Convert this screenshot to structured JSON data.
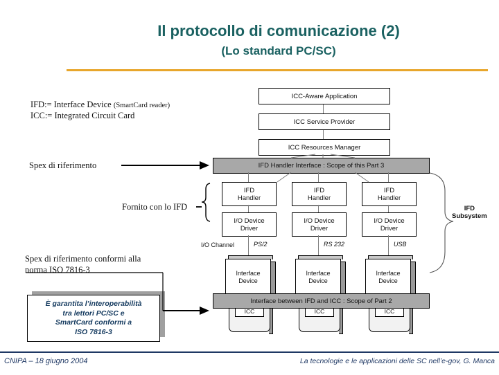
{
  "header": {
    "title": "Il protocollo di comunicazione (2)",
    "subtitle": "(Lo standard PC/SC)",
    "title_color": "#1a6161",
    "rule_color": "#e8a62b",
    "emblem_name": "italian-republic-emblem"
  },
  "annotations": {
    "legend_line1_main": "IFD:= Interface Device ",
    "legend_line1_paren": "(SmartCard reader)",
    "legend_line2": "ICC:= Integrated Circuit Card",
    "spex_reference": "Spex di riferimento",
    "fornito": "Fornito con lo IFD",
    "spex_iso_line1": "Spex di riferimento conformi alla",
    "spex_iso_line2": "norma ISO 7816-3"
  },
  "callout": {
    "line1": "È garantita l’interoperabilità",
    "line2": "tra lettori PC/SC e",
    "line3": "SmartCard conformi a",
    "line4": "ISO 7816-3",
    "text_color": "#13395e"
  },
  "diagram": {
    "stack": [
      "ICC-Aware Application",
      "ICC Service Provider",
      "ICC Resources Manager"
    ],
    "gray_bar_part3": "IFD Handler Interface : Scope of this Part 3",
    "gray_bar_part2": "Interface between IFD and ICC : Scope of Part 2",
    "handler_label_line1": "IFD",
    "handler_label_line2": "Handler",
    "driver_label_line1": "I/O Device",
    "driver_label_line2": "Driver",
    "io_channel_label": "I/O Channel",
    "channels": [
      "PS/2",
      "RS 232",
      "USB"
    ],
    "interface_device_line1": "Interface",
    "interface_device_line2": "Device",
    "icc_label": "ICC",
    "subsystem_line1": "IFD",
    "subsystem_line2": "Subsystem",
    "bar_color": "#a8a8a8"
  },
  "footer": {
    "left": "CNIPA – 18 giugno 2004",
    "right": "La tecnologie e le applicazioni delle SC nell’e-gov, G. Manca",
    "color": "#1f3864"
  }
}
